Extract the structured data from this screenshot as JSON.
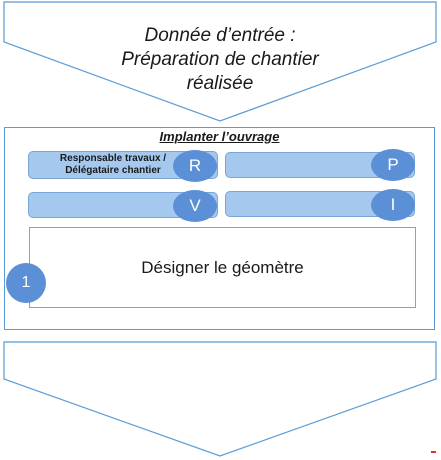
{
  "input": {
    "line1": "Donnée d’entrée :",
    "line2": "Préparation de chantier",
    "line3": "réalisée"
  },
  "process": {
    "title": "Implanter l’ouvrage",
    "roles": [
      {
        "letter": "R",
        "label": "Responsable travaux / Délégataire chantier"
      },
      {
        "letter": "P",
        "label": ""
      },
      {
        "letter": "V",
        "label": ""
      },
      {
        "letter": "I",
        "label": ""
      }
    ],
    "task": "Désigner le géomètre",
    "step_number": "1"
  },
  "colors": {
    "outline": "#5b9bd5",
    "bar_fill": "#a5c8ef",
    "circle_fill": "#5b8fd6"
  }
}
